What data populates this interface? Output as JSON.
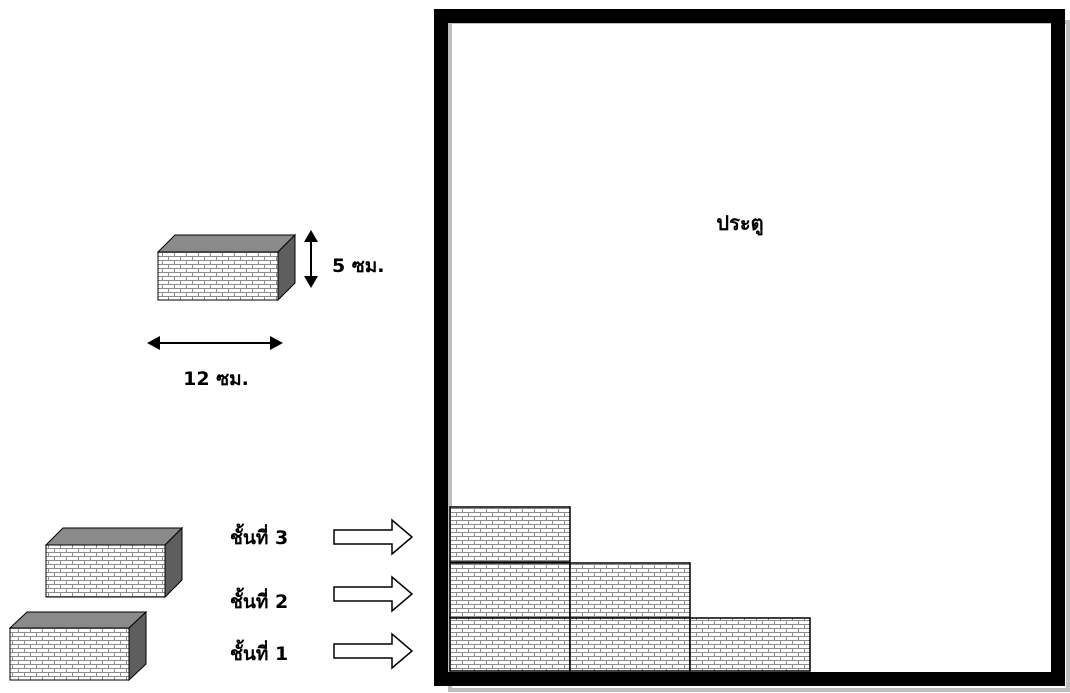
{
  "door": {
    "label": "ประตู"
  },
  "sample_brick": {
    "height_label": "5 ซม.",
    "width_label": "12 ซม."
  },
  "layers": [
    {
      "label": "ชั้นที่ 3",
      "bricks": 1
    },
    {
      "label": "ชั้นที่ 2",
      "bricks": 2
    },
    {
      "label": "ชั้นที่ 1",
      "bricks": 3
    }
  ],
  "colors": {
    "brick_face": "#ffffff",
    "brick_mortar": "#8c8c8c",
    "brick_top": "#8a8a8a",
    "brick_side": "#5e5e5e",
    "frame": "#000000",
    "shadow": "#bfbfbf"
  }
}
